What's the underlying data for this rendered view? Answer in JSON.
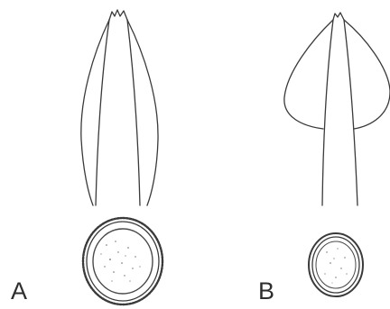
{
  "figure": {
    "panels": [
      {
        "label": "A",
        "shape": "slender elongate anterior end with oval cross-section"
      },
      {
        "label": "B",
        "shape": "broad rounded anterior end with smaller oval cross-section"
      }
    ]
  }
}
